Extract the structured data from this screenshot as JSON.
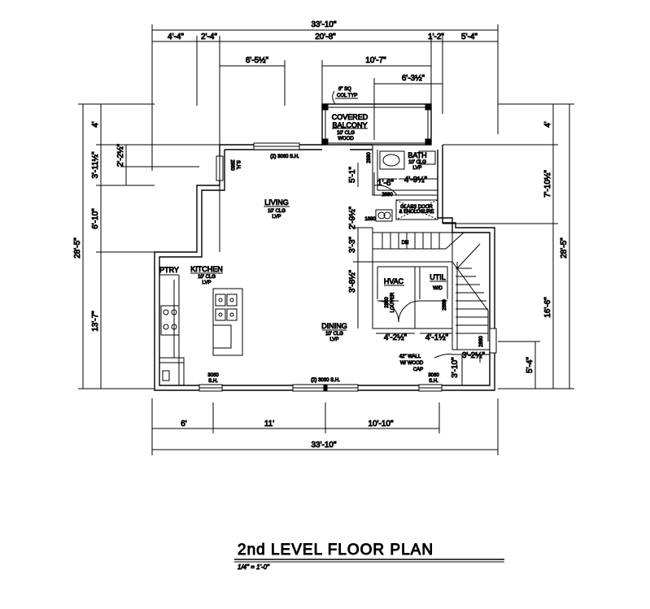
{
  "plan": {
    "title": "2nd LEVEL FLOOR PLAN",
    "scale": "1/4\" = 1'-0\""
  },
  "dims": {
    "top_total": "33'-10\"",
    "top_a": "4'-4\"",
    "top_b": "2'-4\"",
    "top_c": "20'-8\"",
    "top_d": "1'-2\"",
    "top_e": "5'-4\"",
    "top_f": "6'-5½\"",
    "top_g": "10'-7\"",
    "top_h": "6'-3½\"",
    "bottom_a": "6'",
    "bottom_b": "11'",
    "bottom_c": "10'-10\"",
    "bottom_total": "33'-10\"",
    "left_total": "28'-5\"",
    "left_a": "4'",
    "left_b": "3'-11½\"",
    "left_c": "2'-2½\"",
    "left_d": "6'-10\"",
    "left_e": "13'-7\"",
    "right_total": "28'-5\"",
    "right_a": "4'",
    "right_b": "7'-10½\"",
    "right_c": "16'-6\"",
    "right_d": "5'-4\"",
    "inner_a": "5'-1\"",
    "inner_b": "1'-6\"",
    "inner_c": "4'-9½\"",
    "inner_d": "2'-9½\"",
    "inner_e": "3'-3\"",
    "inner_f": "3'-8½\"",
    "inner_g": "4'-2½\"",
    "inner_h": "4'-1½\"",
    "inner_i": "3'-2½\"",
    "inner_j": "3'-10\""
  },
  "rooms": {
    "living": "LIVING",
    "living_sub1": "10' CLG",
    "living_sub2": "LVP",
    "kitchen": "KITCHEN",
    "kitchen_sub1": "10' CLG",
    "kitchen_sub2": "LVP",
    "ptry": "PTRY",
    "dining": "DINING",
    "dining_sub1": "10' CLG",
    "dining_sub2": "LVP",
    "bath": "BATH",
    "bath_sub1": "10' CLG",
    "bath_sub2": "LVP",
    "balcony1": "COVERED",
    "balcony2": "BALCONY",
    "balcony_sub1": "10' CLG",
    "balcony_sub2": "WOOD",
    "hvac": "HVAC",
    "util": "UTIL",
    "dn": "DN"
  },
  "notes": {
    "col1": "6\" SQ",
    "col2": "COL TYP",
    "win_top": "(2) 3060 S.H.",
    "win_left1": "2860",
    "win_left2": "S.H.",
    "win_bot_left1": "3060",
    "win_bot_left2": "S.H.",
    "win_bot_mid": "(2) 3060 S.H.",
    "win_bot_right1": "3060",
    "win_bot_right2": "S.H.",
    "door_bath": "2880",
    "door_2680": "2680",
    "door_1680": "1680",
    "glass": "GLASS DOOR",
    "glass2": "& ENCLOSURE",
    "hvac_door1": "2880",
    "hvac_door2": "LOUVER",
    "util_door": "2880",
    "stair_door": "2880",
    "wall1": "42\" WALL",
    "wall2": "W/ WOOD",
    "wall3": "CAP",
    "wh": "W/D"
  }
}
